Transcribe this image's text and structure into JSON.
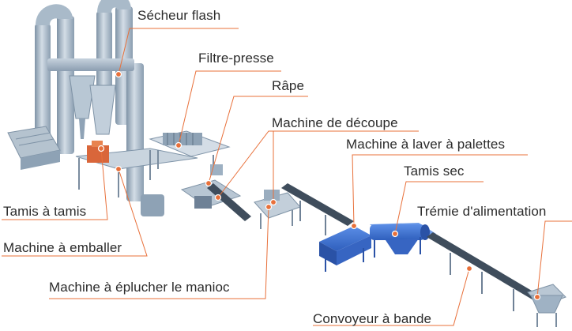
{
  "accent_color": "#e8703a",
  "machine_color": "#9fb4c6",
  "conveyor_color": "#3f4d5c",
  "blue_unit_color": "#3d6fd1",
  "labels": {
    "secheur_flash": "Sécheur flash",
    "filtre_presse": "Filtre-presse",
    "rape": "Râpe",
    "machine_decoupe": "Machine de découpe",
    "machine_laver": "Machine à laver à palettes",
    "tamis_sec": "Tamis sec",
    "tremie": "Trémie d'alimentation",
    "tamis_a_tamis": "Tamis à tamis",
    "machine_emballer": "Machine à emballer",
    "machine_eplucher": "Machine à éplucher le manioc",
    "convoyeur": "Convoyeur à bande"
  }
}
